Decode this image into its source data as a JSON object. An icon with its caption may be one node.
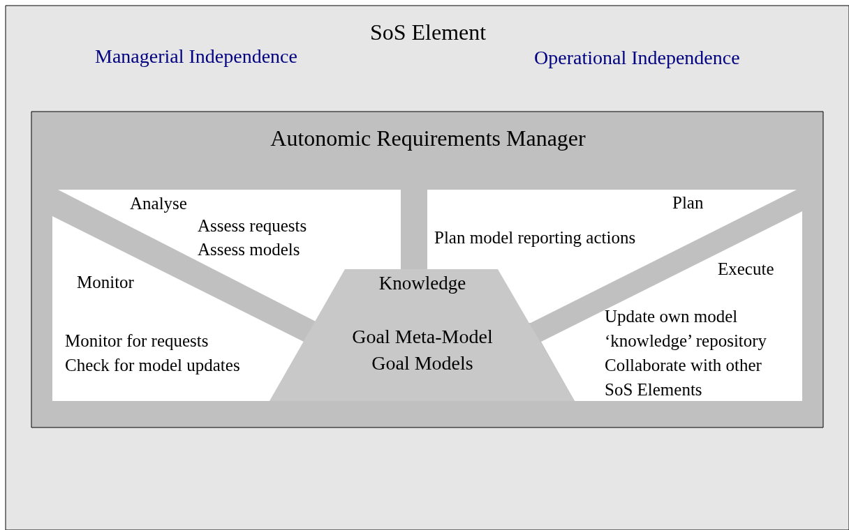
{
  "diagram": {
    "nodes": [
      {
        "text": [
          "SoS Element",
          "Managerial Independence",
          "Operational Independence"
        ]
      },
      {
        "text": [
          "Autonomic Requirements Manager"
        ],
        "in": 0
      },
      {
        "text": [
          "Analyse",
          "Assess requests",
          "Assess models"
        ],
        "in": 1
      },
      {
        "text": [
          "Plan",
          "Plan model reporting actions"
        ],
        "in": 1
      },
      {
        "text": [
          "Monitor",
          "Monitor for requests",
          "Check for model updates"
        ],
        "in": 1
      },
      {
        "text": [
          "Execute",
          "Update own model ‘knowledge’ repository",
          "Collaborate with other SoS Elements"
        ],
        "in": 1
      },
      {
        "text": [
          "Knowledge",
          "Goal Meta-Model",
          "Goal Models"
        ],
        "in": 1
      }
    ],
    "edges": []
  }
}
